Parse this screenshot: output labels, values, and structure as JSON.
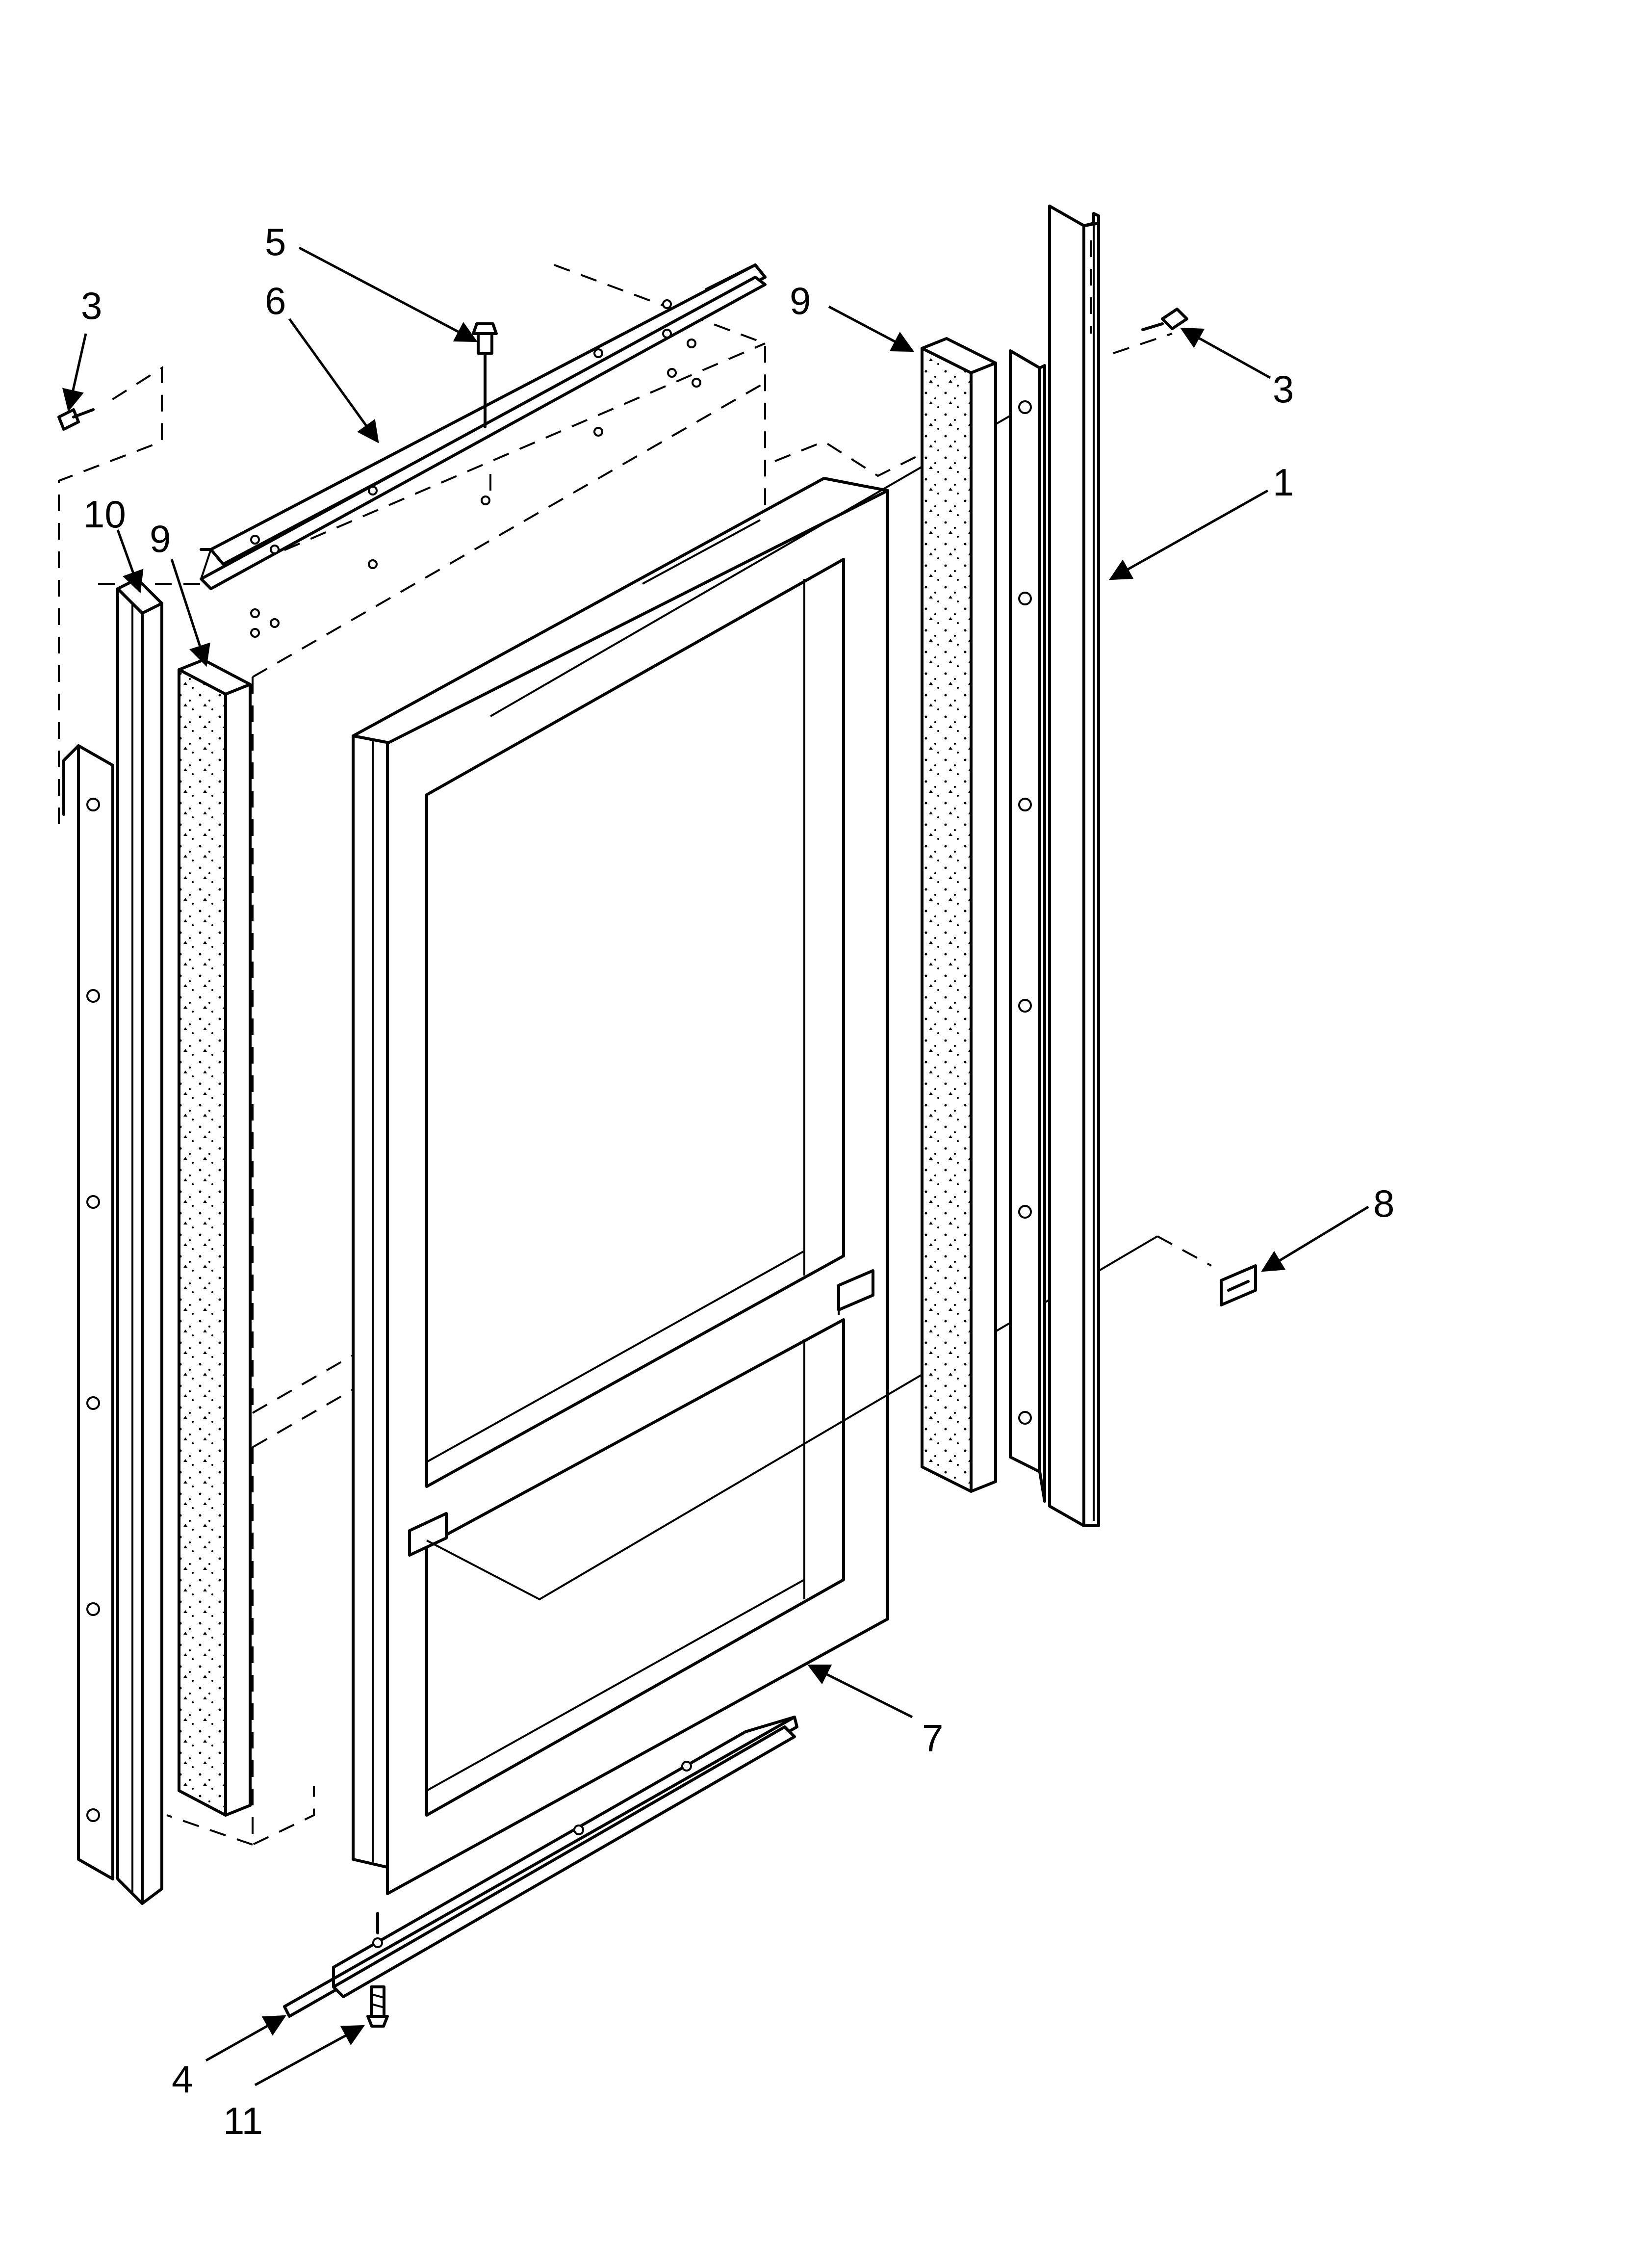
{
  "colors": {
    "line": "#000000",
    "background": "#ffffff"
  },
  "callouts": {
    "c1": "1",
    "c3_left": "3",
    "c3_right": "3",
    "c4": "4",
    "c5": "5",
    "c6": "6",
    "c7": "7",
    "c8": "8",
    "c9_left": "9",
    "c9_right": "9",
    "c10": "10",
    "c11": "11"
  }
}
